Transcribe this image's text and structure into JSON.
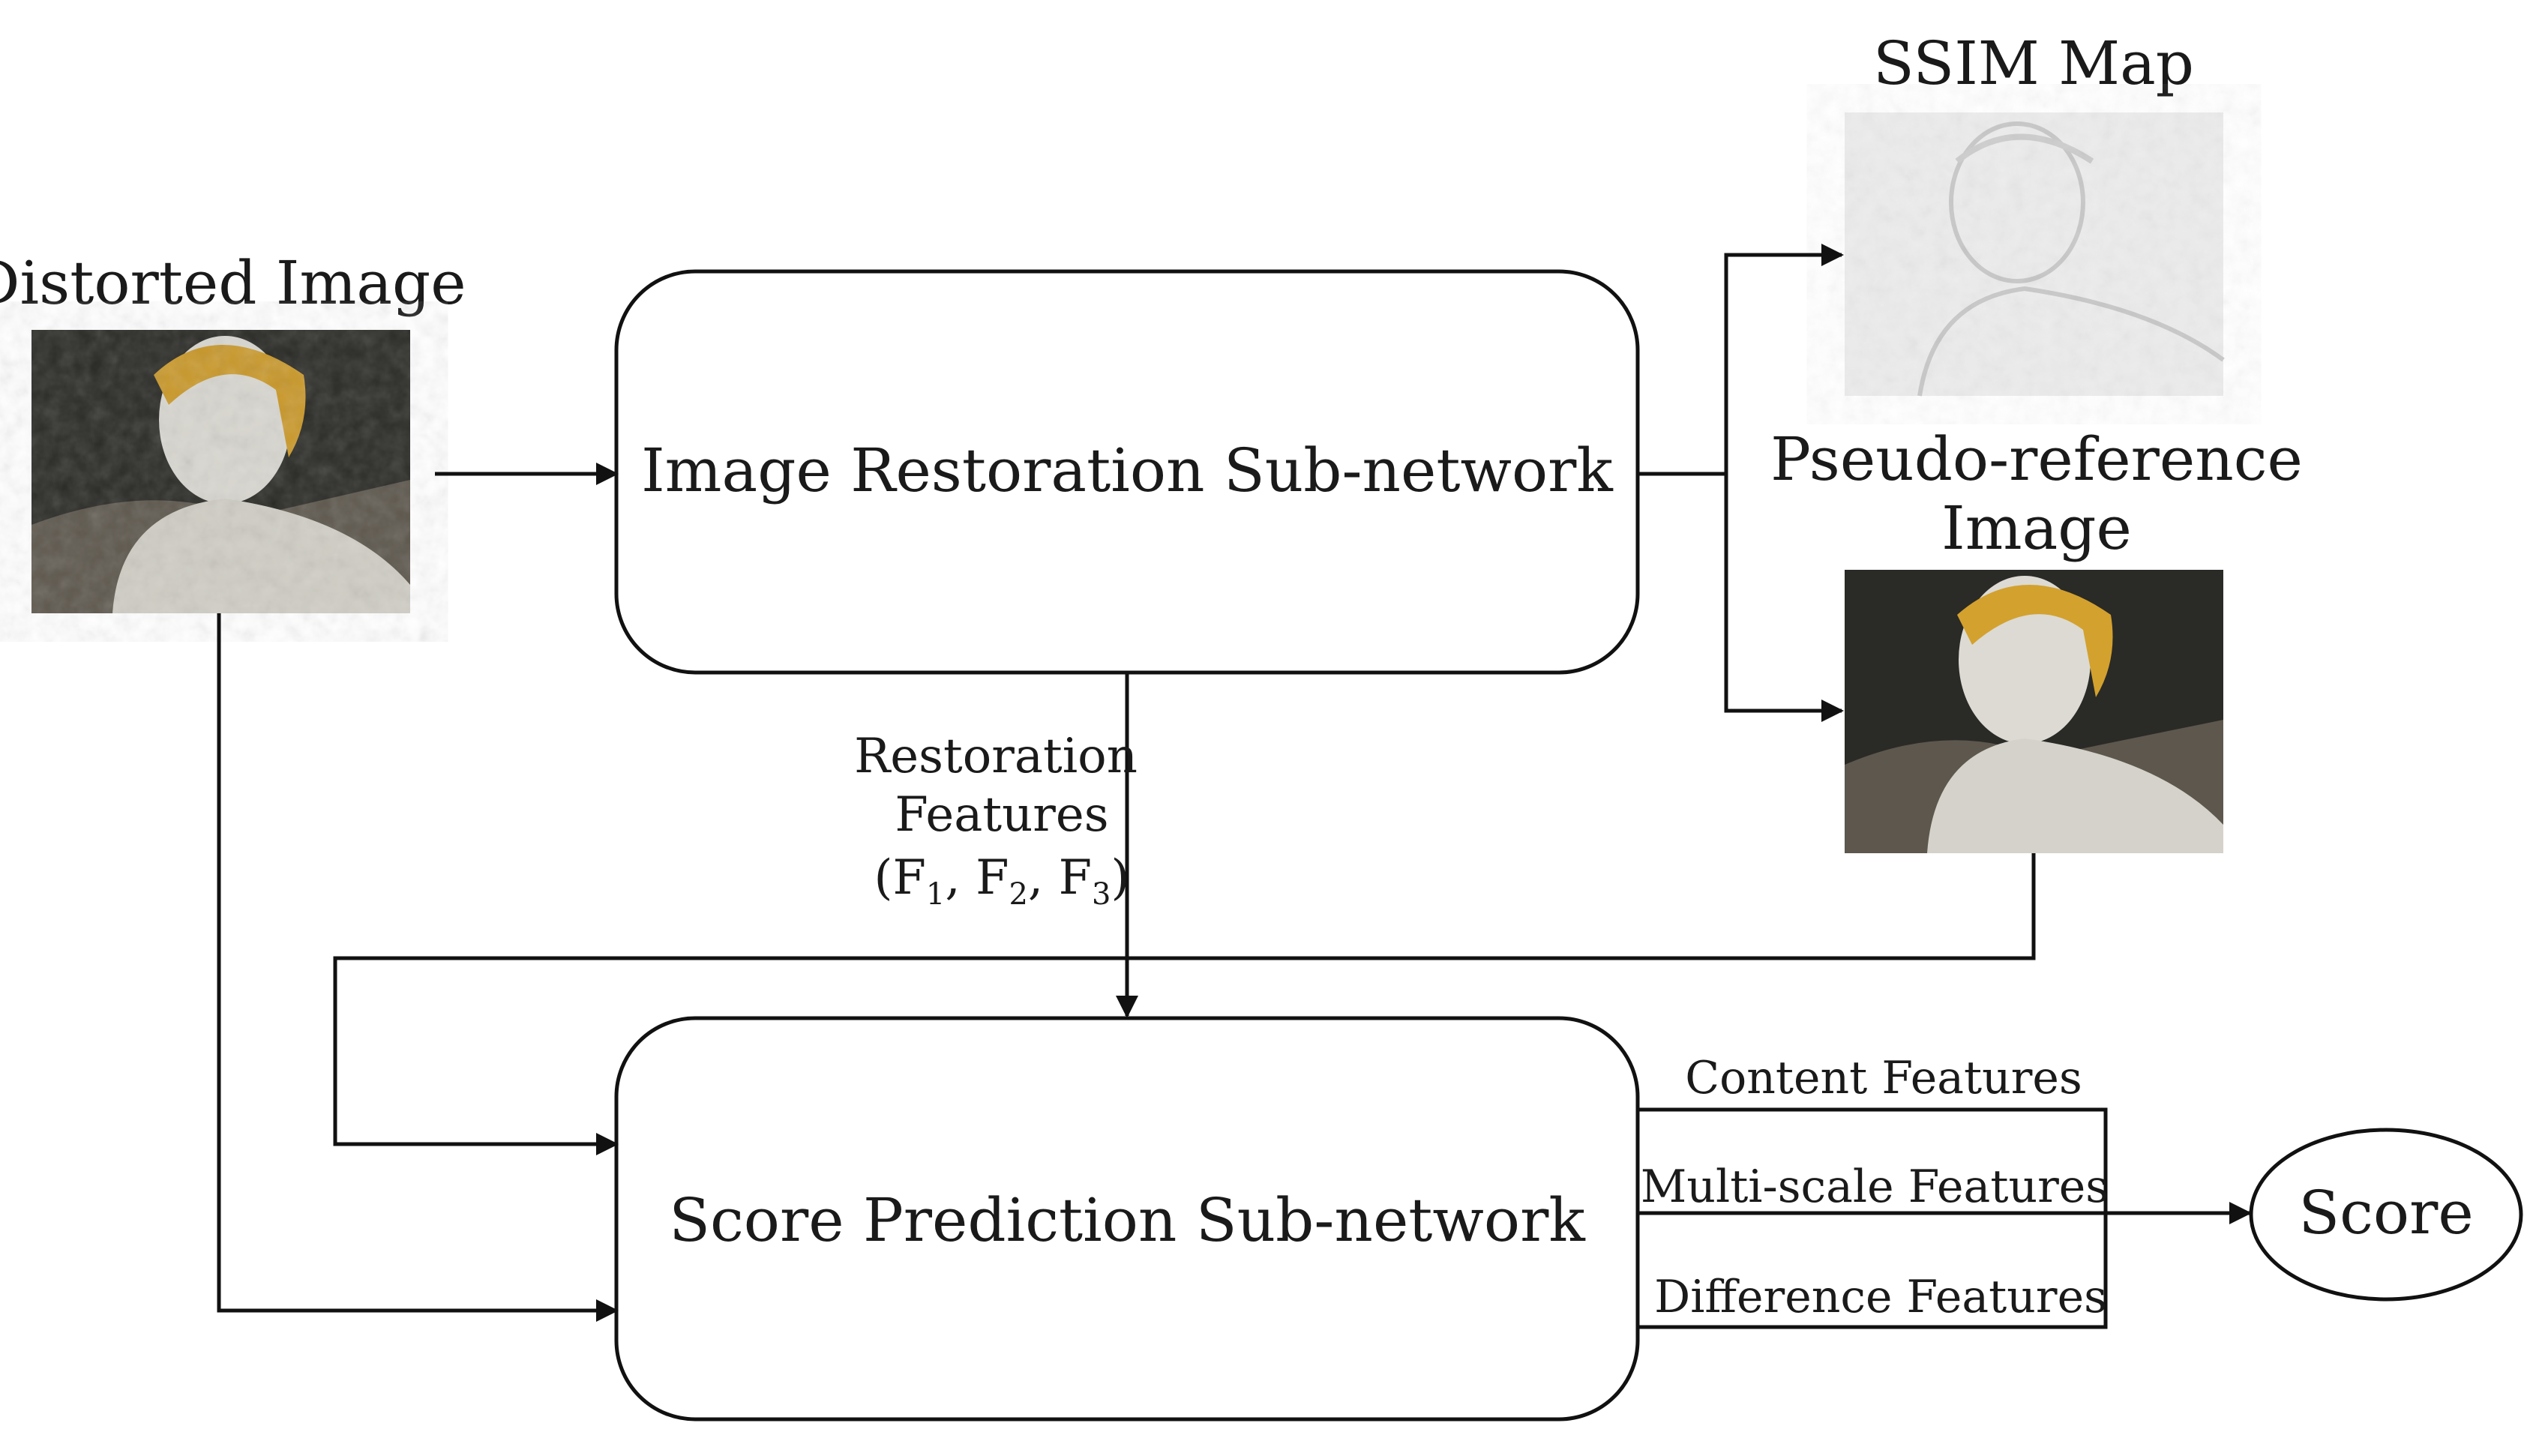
{
  "labels": {
    "distorted": "Distorted Image",
    "ssim": "SSIM Map",
    "pseudo_line1": "Pseudo-reference",
    "pseudo_line2": "Image",
    "restoration_box": "Image Restoration Sub-network",
    "score_box": "Score Prediction Sub-network",
    "feat_line1": "Restoration",
    "feat_line2": "Features",
    "feat_line3_open": "(F",
    "sub1": "1",
    "sep1": ", F",
    "sub2": "2",
    "sep2": ", F",
    "sub3": "3",
    "close": ")",
    "content": "Content Features",
    "multiscale": "Multi-scale Features",
    "difference": "Difference Features",
    "score": "Score"
  },
  "colors": {
    "stroke": "#111111",
    "photo_dark": "#2a2a26",
    "marble": "#d8d6cf",
    "gold": "#c9982a",
    "ssim_bg": "#ececec"
  }
}
